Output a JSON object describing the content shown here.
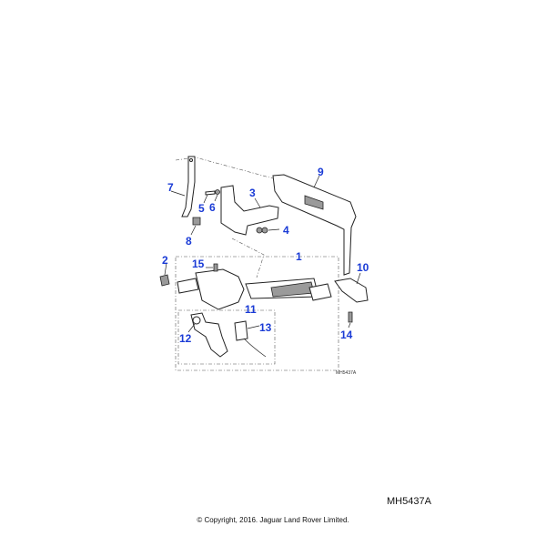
{
  "diagram": {
    "callouts": [
      {
        "id": "1",
        "label": "1"
      },
      {
        "id": "2",
        "label": "2"
      },
      {
        "id": "3",
        "label": "3"
      },
      {
        "id": "4",
        "label": "4"
      },
      {
        "id": "5",
        "label": "5"
      },
      {
        "id": "6",
        "label": "6"
      },
      {
        "id": "7",
        "label": "7"
      },
      {
        "id": "8",
        "label": "8"
      },
      {
        "id": "9",
        "label": "9"
      },
      {
        "id": "10",
        "label": "10"
      },
      {
        "id": "11",
        "label": "11"
      },
      {
        "id": "12",
        "label": "12"
      },
      {
        "id": "13",
        "label": "13"
      },
      {
        "id": "14",
        "label": "14"
      },
      {
        "id": "15",
        "label": "15"
      }
    ],
    "inner_ref": "MH5437A",
    "callout_color": "#1a3bd6"
  },
  "footer": {
    "reference": "MH5437A",
    "copyright": "© Copyright, 2016. Jaguar Land Rover Limited."
  }
}
